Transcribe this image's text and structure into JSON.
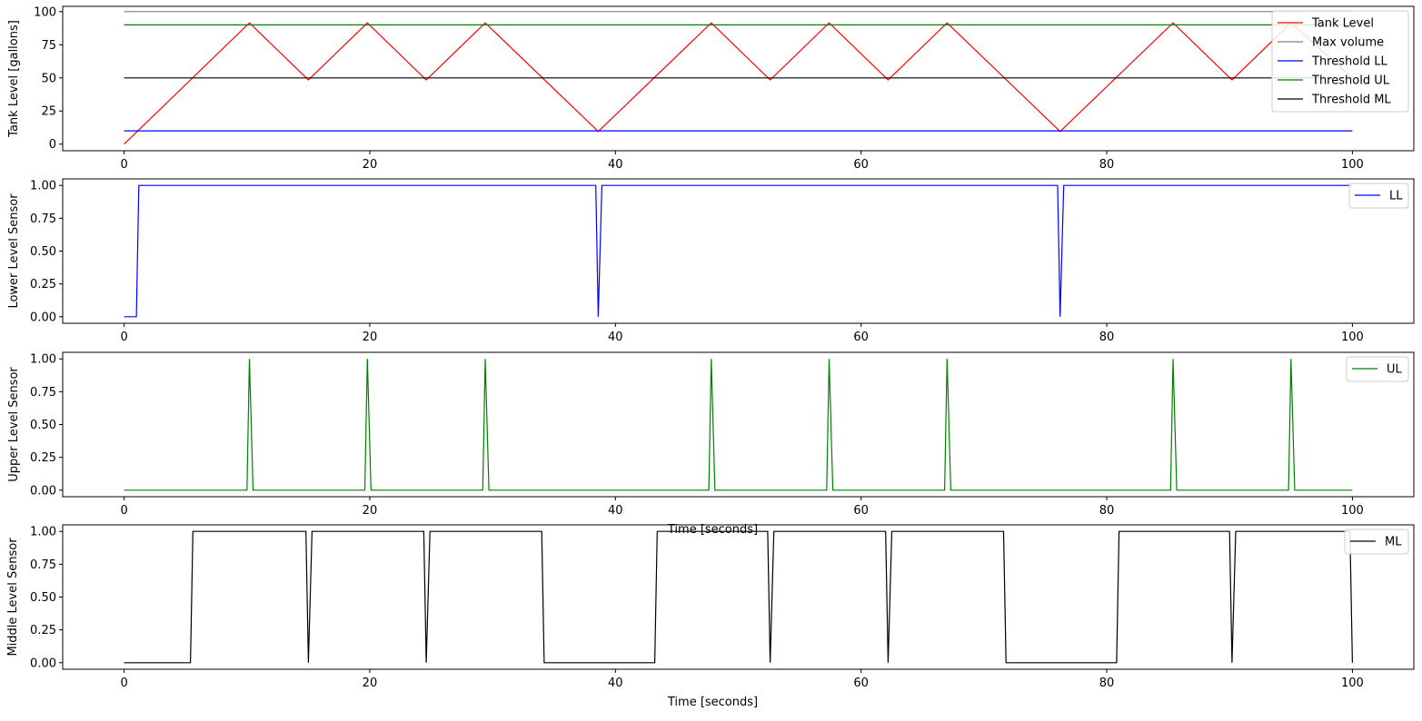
{
  "chart_data": [
    {
      "type": "line",
      "ylabel": "Tank Level [gallons]",
      "xlabel": "",
      "xlim": [
        -5,
        105
      ],
      "ylim": [
        -5,
        104
      ],
      "xticks": [
        0,
        20,
        40,
        60,
        80,
        100
      ],
      "yticks": [
        0,
        25,
        50,
        75,
        100
      ],
      "xtick_labels": [
        "0",
        "20",
        "40",
        "60",
        "80",
        "100"
      ],
      "ytick_labels": [
        "0",
        "25",
        "50",
        "75",
        "100"
      ],
      "legend_position": "top-right",
      "series": [
        {
          "name": "Tank Level",
          "color": "#ff0000",
          "points": [
            [
              0,
              0
            ],
            [
              10.2,
              91.5
            ],
            [
              15.0,
              48.5
            ],
            [
              19.8,
              91.5
            ],
            [
              24.6,
              48.5
            ],
            [
              29.4,
              91.5
            ],
            [
              38.6,
              9.5
            ],
            [
              47.8,
              91.5
            ],
            [
              52.6,
              48.5
            ],
            [
              57.4,
              91.5
            ],
            [
              62.2,
              48.5
            ],
            [
              67.0,
              91.5
            ],
            [
              76.2,
              9.5
            ],
            [
              85.4,
              91.5
            ],
            [
              90.2,
              48.5
            ],
            [
              95.0,
              91.5
            ],
            [
              100,
              50
            ]
          ]
        },
        {
          "name": "Max volume",
          "color": "#808080",
          "points": [
            [
              0,
              100
            ],
            [
              100,
              100
            ]
          ]
        },
        {
          "name": "Threshold LL",
          "color": "#0000ff",
          "points": [
            [
              0,
              10
            ],
            [
              100,
              10
            ]
          ]
        },
        {
          "name": "Threshold UL",
          "color": "#008000",
          "points": [
            [
              0,
              90
            ],
            [
              100,
              90
            ]
          ]
        },
        {
          "name": "Threshold ML",
          "color": "#000000",
          "points": [
            [
              0,
              50
            ],
            [
              100,
              50
            ]
          ]
        }
      ]
    },
    {
      "type": "line",
      "ylabel": "Lower Level Sensor",
      "xlabel": "",
      "xlim": [
        -5,
        105
      ],
      "ylim": [
        -0.05,
        1.05
      ],
      "xticks": [
        0,
        20,
        40,
        60,
        80,
        100
      ],
      "yticks": [
        0,
        0.25,
        0.5,
        0.75,
        1.0
      ],
      "xtick_labels": [
        "0",
        "20",
        "40",
        "60",
        "80",
        "100"
      ],
      "ytick_labels": [
        "0.00",
        "0.25",
        "0.50",
        "0.75",
        "1.00"
      ],
      "legend_position": "top-right",
      "series": [
        {
          "name": "LL",
          "color": "#0000ff",
          "points": [
            [
              0,
              0
            ],
            [
              1.0,
              0
            ],
            [
              1.2,
              1
            ],
            [
              38.4,
              1
            ],
            [
              38.6,
              0
            ],
            [
              38.9,
              1
            ],
            [
              76.0,
              1
            ],
            [
              76.2,
              0
            ],
            [
              76.5,
              1
            ],
            [
              100,
              1
            ]
          ]
        }
      ]
    },
    {
      "type": "line",
      "ylabel": "Upper Level Sensor",
      "xlabel": "Time [seconds]",
      "xlim": [
        -5,
        105
      ],
      "ylim": [
        -0.05,
        1.05
      ],
      "xticks": [
        0,
        20,
        40,
        60,
        80,
        100
      ],
      "yticks": [
        0,
        0.25,
        0.5,
        0.75,
        1.0
      ],
      "xtick_labels": [
        "0",
        "20",
        "40",
        "60",
        "80",
        "100"
      ],
      "ytick_labels": [
        "0.00",
        "0.25",
        "0.50",
        "0.75",
        "1.00"
      ],
      "legend_position": "top-right",
      "series": [
        {
          "name": "UL",
          "color": "#008000",
          "points": [
            [
              0,
              0
            ],
            [
              10.0,
              0
            ],
            [
              10.2,
              1
            ],
            [
              10.5,
              0
            ],
            [
              19.6,
              0
            ],
            [
              19.8,
              1
            ],
            [
              20.1,
              0
            ],
            [
              29.2,
              0
            ],
            [
              29.4,
              1
            ],
            [
              29.7,
              0
            ],
            [
              47.6,
              0
            ],
            [
              47.8,
              1
            ],
            [
              48.1,
              0
            ],
            [
              57.2,
              0
            ],
            [
              57.4,
              1
            ],
            [
              57.7,
              0
            ],
            [
              66.8,
              0
            ],
            [
              67.0,
              1
            ],
            [
              67.3,
              0
            ],
            [
              85.2,
              0
            ],
            [
              85.4,
              1
            ],
            [
              85.7,
              0
            ],
            [
              94.8,
              0
            ],
            [
              95.0,
              1
            ],
            [
              95.3,
              0
            ],
            [
              100,
              0
            ]
          ]
        }
      ]
    },
    {
      "type": "line",
      "ylabel": "Middle Level Sensor",
      "xlabel": "Time [seconds]",
      "xlim": [
        -5,
        105
      ],
      "ylim": [
        -0.05,
        1.05
      ],
      "xticks": [
        0,
        20,
        40,
        60,
        80,
        100
      ],
      "yticks": [
        0,
        0.25,
        0.5,
        0.75,
        1.0
      ],
      "xtick_labels": [
        "0",
        "20",
        "40",
        "60",
        "80",
        "100"
      ],
      "ytick_labels": [
        "0.00",
        "0.25",
        "0.50",
        "0.75",
        "1.00"
      ],
      "legend_position": "top-right",
      "series": [
        {
          "name": "ML",
          "color": "#000000",
          "points": [
            [
              0,
              0
            ],
            [
              5.4,
              0
            ],
            [
              5.6,
              1
            ],
            [
              14.8,
              1
            ],
            [
              15.0,
              0
            ],
            [
              15.3,
              1
            ],
            [
              24.4,
              1
            ],
            [
              24.6,
              0
            ],
            [
              24.9,
              1
            ],
            [
              34.0,
              1
            ],
            [
              34.2,
              0
            ],
            [
              43.2,
              0
            ],
            [
              43.4,
              1
            ],
            [
              52.4,
              1
            ],
            [
              52.6,
              0
            ],
            [
              52.9,
              1
            ],
            [
              62.0,
              1
            ],
            [
              62.2,
              0
            ],
            [
              62.5,
              1
            ],
            [
              71.6,
              1
            ],
            [
              71.8,
              0
            ],
            [
              80.8,
              0
            ],
            [
              81.0,
              1
            ],
            [
              90.0,
              1
            ],
            [
              90.2,
              0
            ],
            [
              90.5,
              1
            ],
            [
              99.8,
              1
            ],
            [
              100,
              0
            ]
          ]
        }
      ]
    }
  ]
}
